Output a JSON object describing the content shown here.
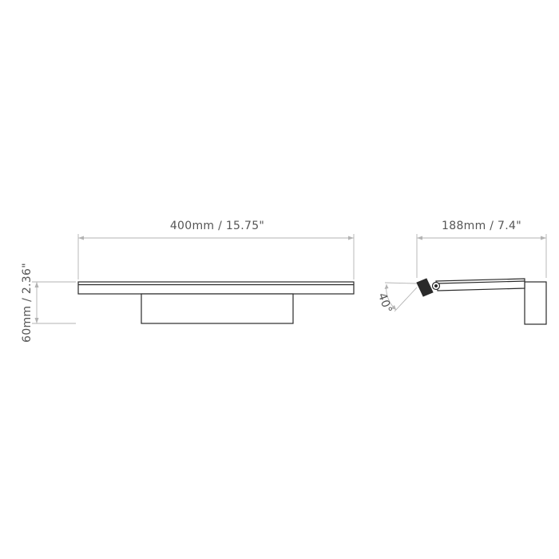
{
  "dimensions": {
    "front_width": "400mm / 15.75\"",
    "height": "60mm / 2.36\"",
    "side_depth": "188mm / 7.4\"",
    "tilt_angle": "40°"
  },
  "colors": {
    "background": "#ffffff",
    "outline": "#2a2a2a",
    "dimension_line": "#b3b3b3",
    "dimension_text": "#555555"
  }
}
